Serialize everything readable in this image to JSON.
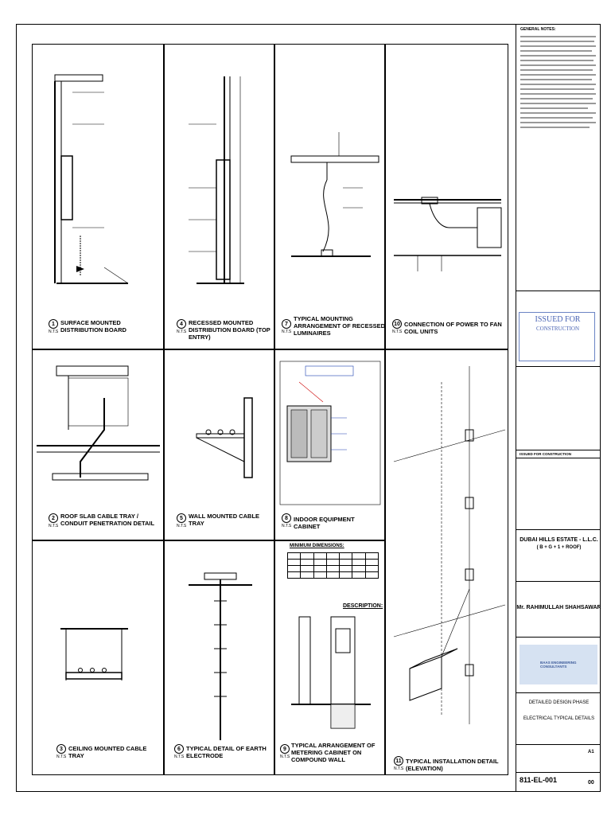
{
  "details": [
    {
      "num": "1",
      "title": "SURFACE MOUNTED DISTRIBUTION BOARD",
      "scale": "N.T.S"
    },
    {
      "num": "4",
      "title": "RECESSED MOUNTED DISTRIBUTION BOARD (TOP ENTRY)",
      "scale": "N.T.S"
    },
    {
      "num": "7",
      "title": "TYPICAL MOUNTING ARRANGEMENT OF RECESSED LUMINAIRES",
      "scale": "N.T.S"
    },
    {
      "num": "10",
      "title": "CONNECTION OF POWER TO FAN COIL UNITS",
      "scale": "N.T.S"
    },
    {
      "num": "2",
      "title": "ROOF SLAB CABLE TRAY / CONDUIT PENETRATION DETAIL",
      "scale": "N.T.S"
    },
    {
      "num": "5",
      "title": "WALL MOUNTED CABLE TRAY",
      "scale": "N.T.S"
    },
    {
      "num": "8",
      "title": "INDOOR EQUIPMENT CABINET",
      "scale": "N.T.S"
    },
    {
      "num": "3",
      "title": "CEILING MOUNTED CABLE TRAY",
      "scale": "N.T.S"
    },
    {
      "num": "6",
      "title": "TYPICAL DETAIL OF EARTH ELECTRODE",
      "scale": "N.T.S"
    },
    {
      "num": "9",
      "title": "TYPICAL ARRANGEMENT OF METERING CABINET ON COMPOUND WALL",
      "scale": "N.T.S"
    },
    {
      "num": "11",
      "title": "TYPICAL INSTALLATION DETAIL (ELEVATION)",
      "scale": "N.T.S"
    }
  ],
  "panel9": {
    "min_dimensions": "MINIMUM DIMENSIONS:",
    "description": "DESCRIPTION:"
  },
  "title_block": {
    "general_notes": "GENERAL NOTES:",
    "stamp_line1": "ISSUED FOR",
    "stamp_line2": "CONSTRUCTION",
    "issued_for_construction": "ISSUED FOR CONSTRUCTION",
    "client": "DUBAI HILLS ESTATE - L.L.C.",
    "project_sub": "( B + G + 1 + ROOF)",
    "owner": "Mr. RAHIMULLAH SHAHSAWAR",
    "consultant": "BAAS ENGINEERING CONSULTANTS",
    "phase": "DETAILED DESIGN PHASE",
    "drawing_title": "ELECTRICAL TYPICAL DETAILS",
    "size": "A1",
    "drawing_no": "811-EL-001",
    "revision": "00"
  }
}
